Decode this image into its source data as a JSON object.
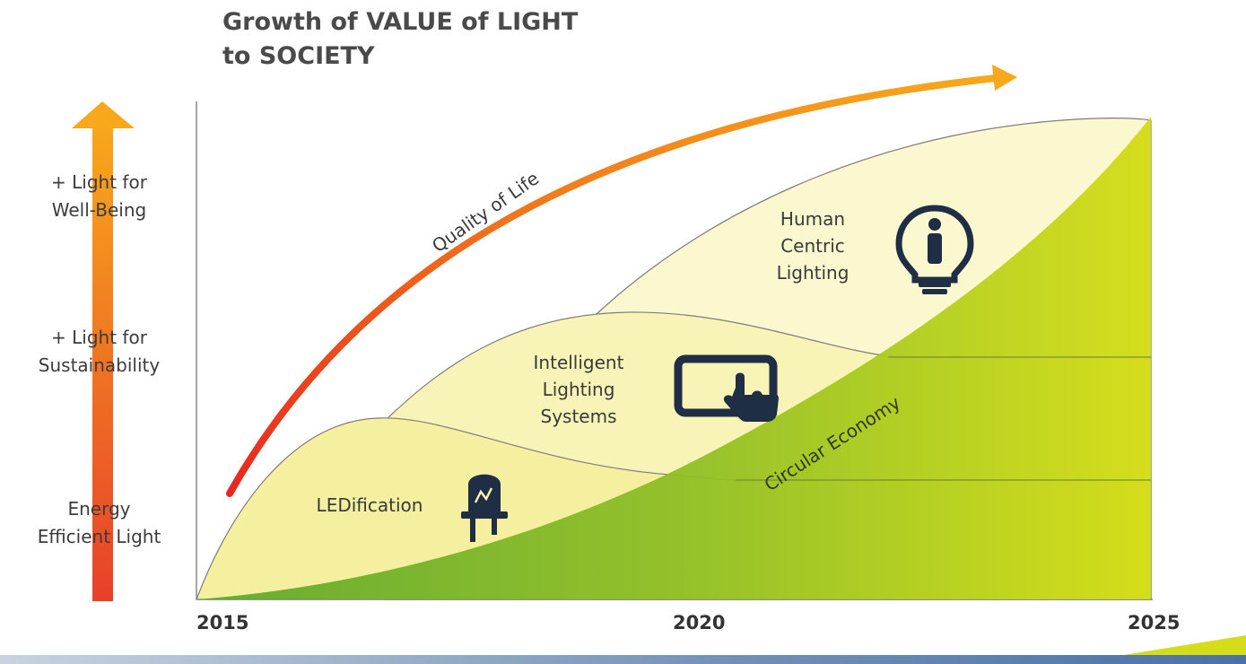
{
  "title": {
    "line1": "Growth of VALUE of LIGHT",
    "line2": "to SOCIETY"
  },
  "y_levels": [
    {
      "line1": "+ Light for",
      "line2": "Well-Being"
    },
    {
      "line1": "+ Light for",
      "line2": "Sustainability"
    },
    {
      "line1": "Energy",
      "line2": "Efficient Light"
    }
  ],
  "x_ticks": [
    "2015",
    "2020",
    "2025"
  ],
  "stages": {
    "led": {
      "line1": "LEDification",
      "icon": "led-icon"
    },
    "intelligent": {
      "line1": "Intelligent",
      "line2": "Lighting",
      "line3": "Systems",
      "icon": "tablet-touch-icon"
    },
    "human": {
      "line1": "Human",
      "line2": "Centric",
      "line3": "Lighting",
      "icon": "lightbulb-person-icon"
    }
  },
  "curve_labels": {
    "quality": "Quality of Life",
    "circular": "Circular Economy"
  },
  "colors": {
    "arrow_top": "#f7a81b",
    "arrow_bottom": "#e8402a",
    "pale_yellow": "#fbf7c8",
    "green_dark": "#7fb526",
    "green_light": "#d9e021"
  }
}
